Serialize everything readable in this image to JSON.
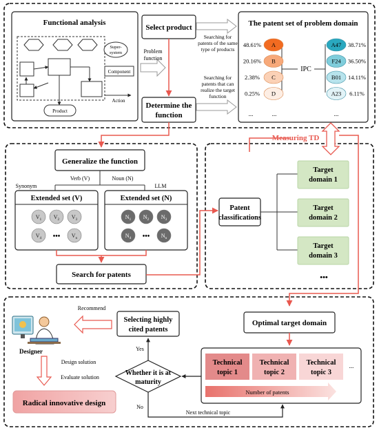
{
  "top": {
    "functional_analysis": "Functional analysis",
    "super_system": [
      "Super-",
      "system"
    ],
    "component": "Component",
    "action": "Action",
    "product": "Product",
    "select_product": "Select product",
    "problem_function": [
      "Problem",
      "function"
    ],
    "determine_function": [
      "Determine the",
      "function"
    ],
    "search_note_1": [
      "Searching for",
      "patents of the same",
      "type of products"
    ],
    "search_note_2": [
      "Searching for",
      "patents that can",
      "realize the target",
      "function"
    ],
    "patent_set_title": "The patent set of problem domain",
    "left_percents": [
      "48.61%",
      "20.16%",
      "2.38%",
      "0.25%"
    ],
    "left_labels": [
      "A",
      "B",
      "C",
      "D"
    ],
    "right_labels": [
      "A47",
      "F24",
      "B01",
      "A23"
    ],
    "right_percents": [
      "38.71%",
      "36.50%",
      "14.11%",
      "6.11%"
    ],
    "ipc": "IPC",
    "ellipsis": "...",
    "ellipsis_dots": "..."
  },
  "middle": {
    "measuring_td": "Measuring TD",
    "generalize": "Generalize the function",
    "verb": "Verb (V)",
    "noun": "Noun (N)",
    "synonym": "Synonym",
    "llm": "LLM",
    "extended_v": "Extended set (V)",
    "extended_n": "Extended set (N)",
    "v_items": [
      "V1",
      "V2",
      "V3",
      "V4",
      "Vn"
    ],
    "n_items": [
      "N1",
      "N2",
      "N3",
      "N4",
      "Nn"
    ],
    "more": "•••",
    "search_patents": "Search for patents",
    "patent_classifications": [
      "Patent",
      "classifications"
    ],
    "target_domains": [
      [
        "Target",
        "domain 1"
      ],
      [
        "Target",
        "domain 2"
      ],
      [
        "Target",
        "domain 3"
      ]
    ],
    "more_domains": "•••"
  },
  "bottom": {
    "recommend": "Recommend",
    "designer": "Designer",
    "selecting": [
      "Selecting highly",
      "cited patents"
    ],
    "yes": "Yes",
    "no": "No",
    "design_solution": "Design solution",
    "evaluate_solution": "Evaluate solution",
    "maturity": [
      "Whether it is at",
      "maturity"
    ],
    "radical": "Radical innovative design",
    "optimal": "Optimal target domain",
    "topics": [
      [
        "Technical",
        "topic 1"
      ],
      [
        "Technical",
        "topic 2"
      ],
      [
        "Technical",
        "topic 3"
      ]
    ],
    "topic_more": "...",
    "number_of_patents": "Number of patents",
    "next_topic": "Next technical topic"
  },
  "colors": {
    "accent_red": "#e8584f",
    "orange_dark": "#f26b21",
    "teal_dark": "#2aa8bf",
    "green": "#d4e7c4",
    "topic1": "#e38a8a",
    "topic2": "#f0b2b2",
    "topic3": "#f8d6d6"
  }
}
